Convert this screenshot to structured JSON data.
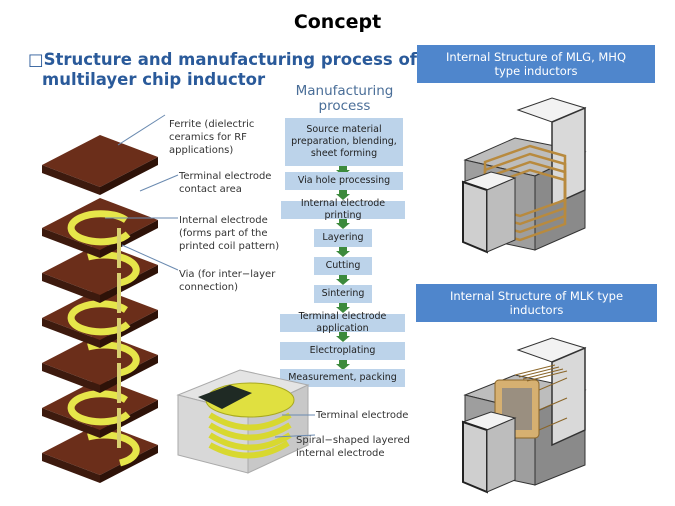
{
  "slide": {
    "title": "Concept",
    "heading_marker": "□",
    "heading_line1": "Structure and manufacturing process of",
    "heading_line2": "multilayer chip inductor"
  },
  "layer_diagram": {
    "callouts": [
      {
        "id": "ferrite",
        "text": "Ferrite (dielectric ceramics for RF applications)",
        "lines": [
          "Ferrite (dielectric",
          "ceramics for RF",
          "applications)"
        ]
      },
      {
        "id": "terminal-contact",
        "text": "Terminal electrode contact area",
        "lines": [
          "Terminal electrode",
          "contact area"
        ]
      },
      {
        "id": "internal-electrode",
        "text": "Internal electrode (forms part of the printed coil pattern)",
        "lines": [
          "Internal electrode",
          "(forms part of the",
          "printed coil pattern)"
        ]
      },
      {
        "id": "via",
        "text": "Via (for inter-layer connection)",
        "lines": [
          "Via (for inter−layer",
          "connection)"
        ]
      }
    ],
    "colors": {
      "layer": "#6b2e1a",
      "layer_side": "#3d1a0e",
      "electrode": "#e6e64a"
    }
  },
  "manufacturing": {
    "title_lines": [
      "Manufacturing",
      "process"
    ],
    "steps": [
      {
        "lines": [
          "Source material",
          "preparation, blending,",
          "sheet forming"
        ]
      },
      {
        "lines": [
          "Via hole processing"
        ]
      },
      {
        "lines": [
          "Internal electrode printing"
        ]
      },
      {
        "lines": [
          "Layering"
        ]
      },
      {
        "lines": [
          "Cutting"
        ]
      },
      {
        "lines": [
          "Sintering"
        ]
      },
      {
        "lines": [
          "Terminal electrode application"
        ]
      },
      {
        "lines": [
          "Electroplating"
        ]
      },
      {
        "lines": [
          "Measurement, packing"
        ]
      }
    ],
    "colors": {
      "box": "#bcd3ea",
      "arrow": "#3c8a3c"
    }
  },
  "chip_diagram": {
    "callouts": [
      {
        "id": "terminal-electrode",
        "lines": [
          "Terminal electrode"
        ]
      },
      {
        "id": "spiral-electrode",
        "lines": [
          "Spiral−shaped layered",
          "internal electrode"
        ]
      }
    ]
  },
  "panels": [
    {
      "id": "mlg-mhq",
      "lines": [
        "Internal Structure of MLG, MHQ",
        "type inductors"
      ]
    },
    {
      "id": "mlk",
      "lines": [
        "Internal Structure of MLK type",
        "inductors"
      ]
    }
  ],
  "colors": {
    "heading": "#2a5a9a",
    "panel_header": "#4f86cc",
    "copper": "#c9a15a"
  }
}
